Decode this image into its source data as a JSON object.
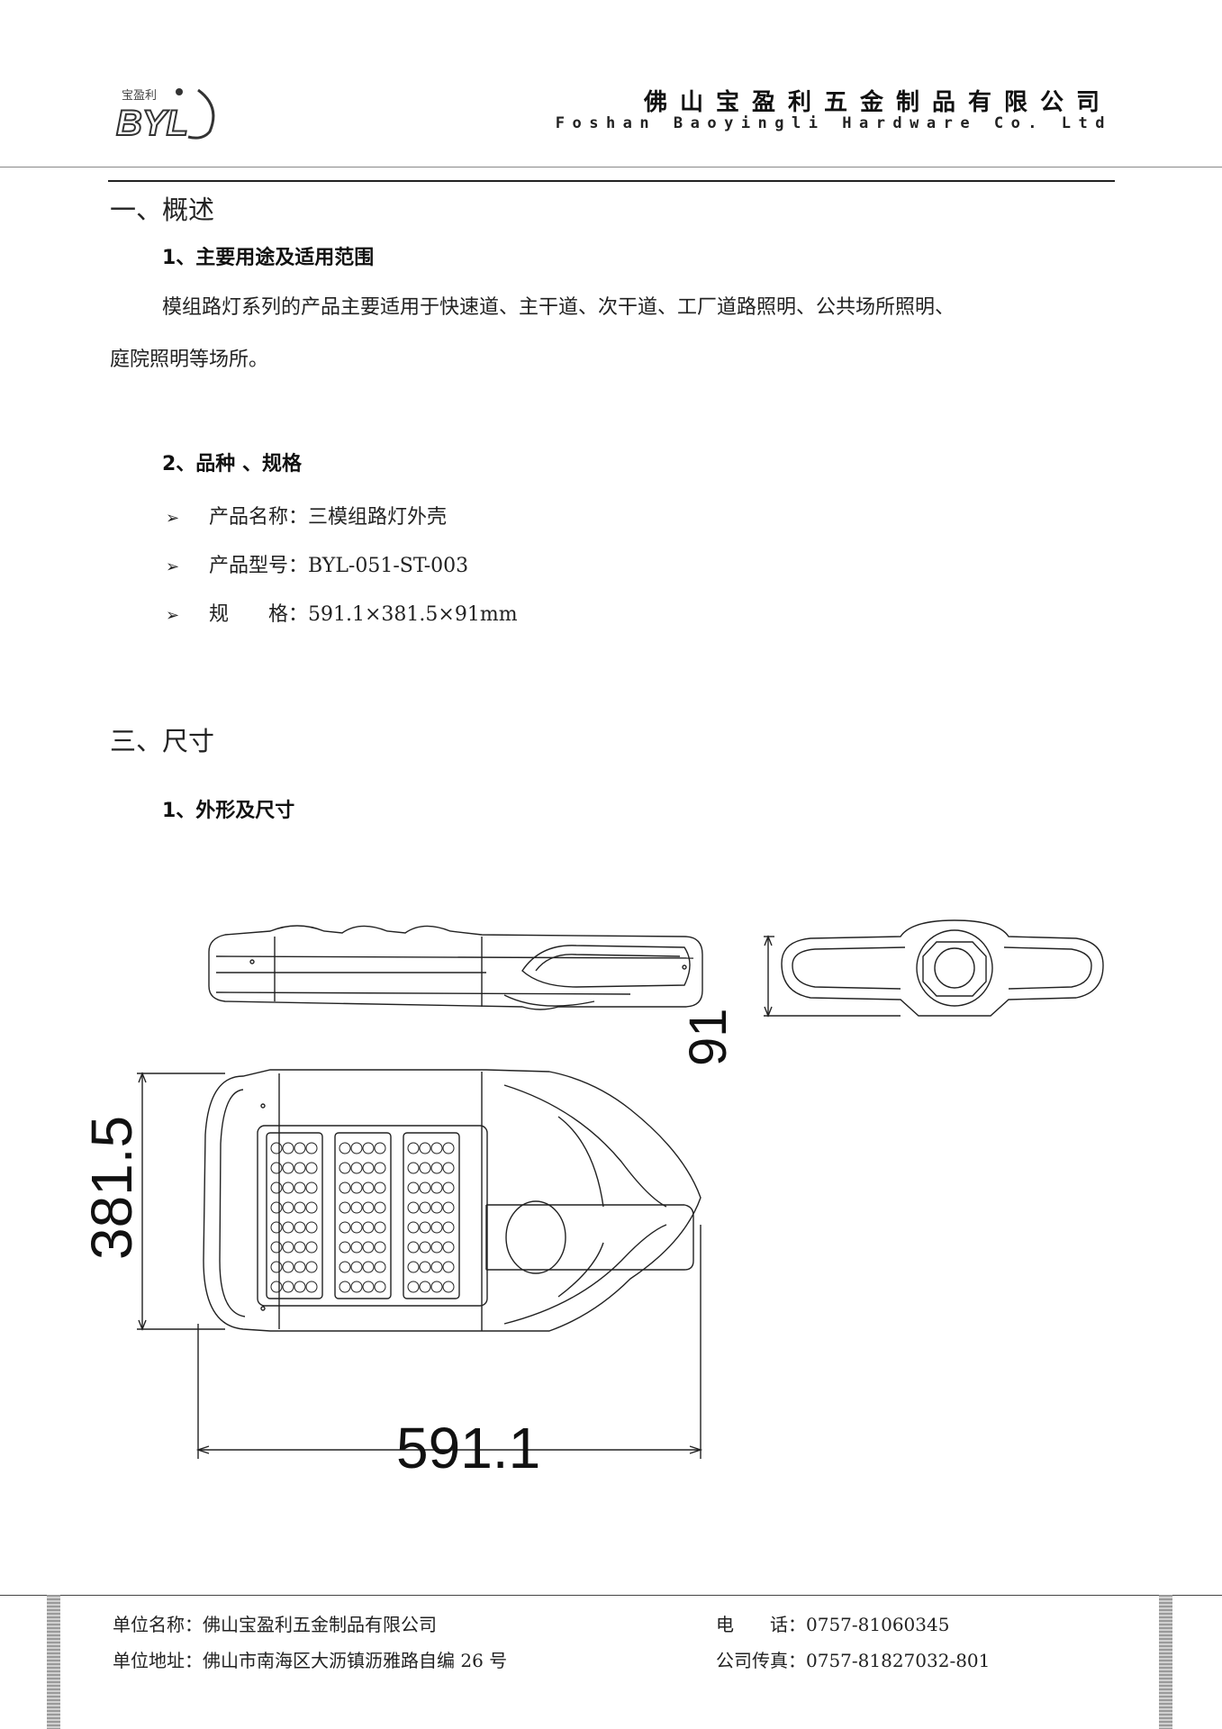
{
  "header": {
    "logo_small_text": "宝盈利",
    "logo_letters": "BYL",
    "company_cn": "佛山宝盈利五金制品有限公司",
    "company_en": "Foshan Baoyingli Hardware Co. Ltd"
  },
  "section1": {
    "title": "一、概述",
    "sub1": {
      "title": "1、主要用途及适用范围",
      "line1": "模组路灯系列的产品主要适用于快速道、主干道、次干道、工厂道路照明、公共场所照明、",
      "line2": "庭院照明等场所。"
    },
    "sub2": {
      "title": "2、品种 、规格",
      "items": [
        {
          "label": "产品名称：",
          "value": "三模组路灯外壳"
        },
        {
          "label": "产品型号：",
          "value": "BYL-051-ST-003"
        },
        {
          "label": "规　　格：",
          "value": "591.1×381.5×91mm"
        }
      ]
    }
  },
  "section3": {
    "title": "三、尺寸",
    "sub1": {
      "title": "1、外形及尺寸"
    }
  },
  "drawing": {
    "dim_height": "91",
    "dim_width": "381.5",
    "dim_length": "591.1"
  },
  "footer": {
    "name_label": "单位名称：",
    "name_value": "佛山宝盈利五金制品有限公司",
    "addr_label": "单位地址：",
    "addr_value": "佛山市南海区大沥镇沥雅路自编 26 号",
    "tel_label": "电　　话：",
    "tel_value": "0757-81060345",
    "fax_label": "公司传真：",
    "fax_value": "0757-81827032-801"
  }
}
